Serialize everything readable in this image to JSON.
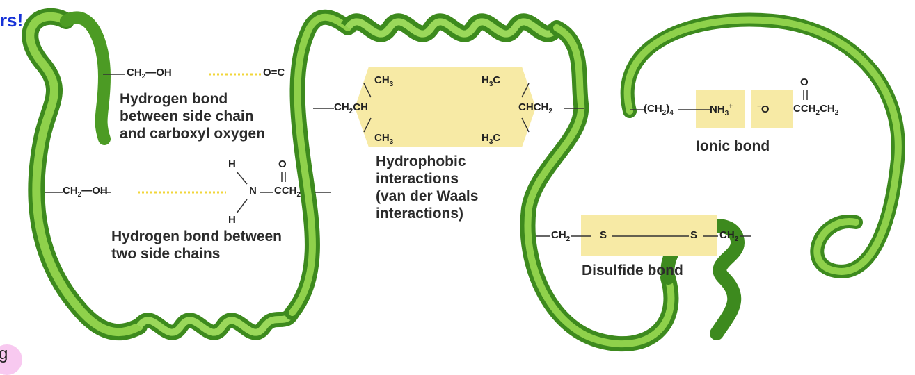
{
  "corner_text": "rs!",
  "corner_badge_text": "g",
  "labels": {
    "hbond_side_carboxyl": [
      "Hydrogen bond",
      "between side chain",
      "and carboxyl oxygen"
    ],
    "hbond_two_side": [
      "Hydrogen bond between",
      "two side chains"
    ],
    "hydrophobic": [
      "Hydrophobic",
      "interactions",
      "(van der Waals",
      "interactions)"
    ],
    "ionic": "Ionic bond",
    "disulfide": "Disulfide bond"
  },
  "chem": {
    "ch2_oh_top": "CH2—OH",
    "oc": "O=C",
    "ch3_top": "CH3",
    "ch3_bot": "CH3",
    "h3c_top": "H3C",
    "h3c_bot": "H3C",
    "ch2ch": "CH2CH",
    "chch2": "CHCH2",
    "ch2_oh_mid": "CH2—OH",
    "h_top": "H",
    "h_bot": "H",
    "n": "N",
    "o_mid": "O",
    "cch2": "CCH2",
    "ch2_4": "(CH2)4",
    "nh3": "NH3+",
    "o_minus": "−O",
    "o_ionic": "O",
    "cch2ch2": "CCH2CH2",
    "ch2_s_left": "CH2",
    "s_left": "S",
    "s_right": "S",
    "ch2_s_right": "CH2"
  },
  "colors": {
    "ribbon_dark": "#3d8a1e",
    "ribbon_light": "#8fd14b",
    "ribbon_mid": "#5fb52e",
    "highlight": "#f7eaa5",
    "hbond": "#f1d63a",
    "corner_text": "#1733d8",
    "badge": "#f8c9f0"
  }
}
